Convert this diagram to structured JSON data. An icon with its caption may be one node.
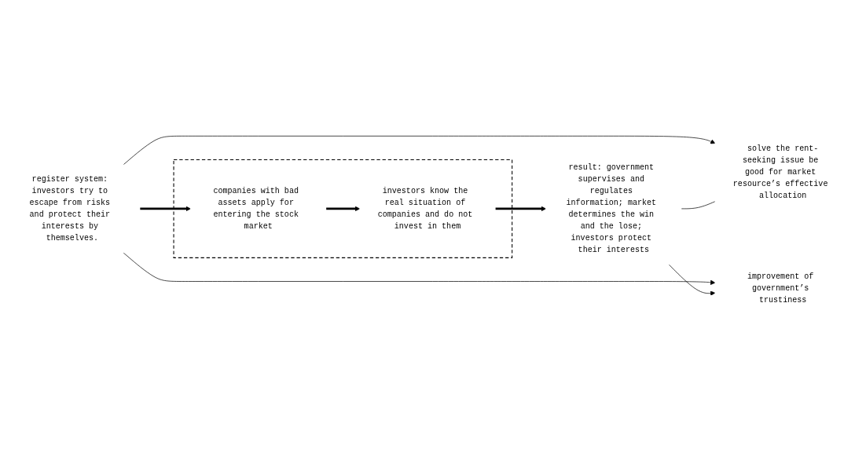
{
  "diagram": {
    "nodes": [
      {
        "text": [
          "register system: investors try to escape from risks and protect their interests by themselves."
        ]
      },
      {
        "text": [],
        "shape": "box"
      },
      {
        "text": [
          "companies with bad assets apply for entering the stock market"
        ],
        "in": 1
      },
      {
        "text": [
          "investors know the real situation of companies and do not invest in them"
        ],
        "in": 1
      },
      {
        "text": [
          "result: government supervises and regulates information; market determines the win and the lose; investors protect their interests"
        ]
      },
      {
        "text": [
          "solve the rent-seeking issue be good for market resource’s effective allocation"
        ]
      },
      {
        "text": [
          "improvement of government’s trustiness"
        ]
      }
    ],
    "edges": [
      {
        "from": 0,
        "to": 2,
        "arrow": "to",
        "style": "thick"
      },
      {
        "from": 2,
        "to": 3,
        "arrow": "to",
        "style": "thick"
      },
      {
        "from": 3,
        "to": 4,
        "arrow": "to",
        "style": "thick"
      },
      {
        "from": 0,
        "to": 5,
        "arrow": "to"
      },
      {
        "from": 4,
        "to": 5,
        "arrow": "none"
      },
      {
        "from": 0,
        "to": 6,
        "arrow": "to"
      },
      {
        "from": 4,
        "to": 6,
        "arrow": "to"
      }
    ]
  }
}
